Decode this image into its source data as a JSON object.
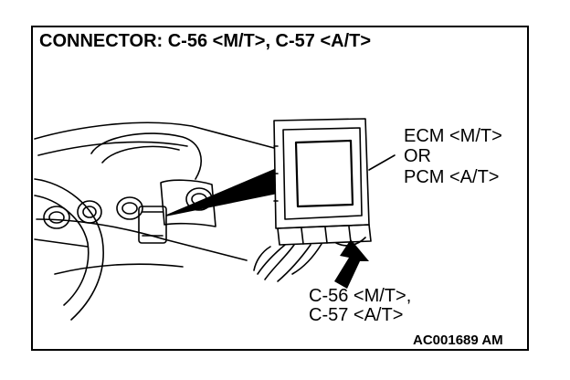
{
  "title": "CONNECTOR: C-56 <M/T>, C-57 <A/T>",
  "module_label": {
    "line1": "ECM <M/T>",
    "line2": "OR",
    "line3": "PCM <A/T>"
  },
  "connector_label": {
    "line1": "C-56 <M/T>,",
    "line2": "C-57 <A/T>"
  },
  "figure_code": "AC001689 AM",
  "colors": {
    "ink": "#000000",
    "paper": "#ffffff"
  }
}
